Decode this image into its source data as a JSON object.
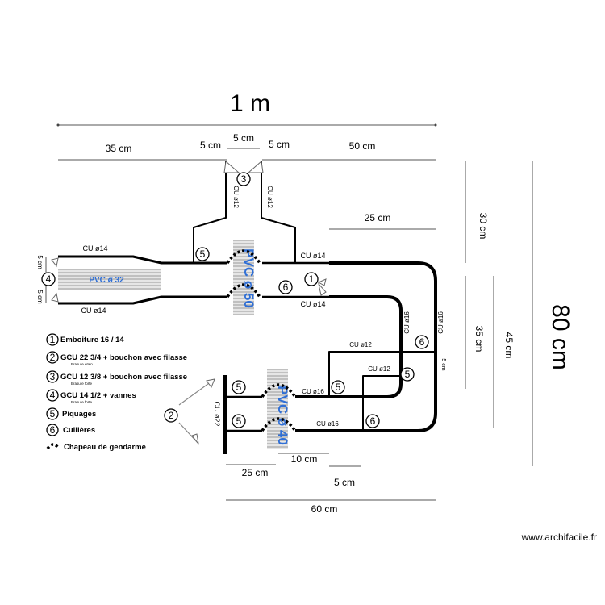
{
  "title": "1 m",
  "dimensions": {
    "d35": "35 cm",
    "d5a": "5 cm",
    "d5b": "5 cm",
    "d5c": "5 cm",
    "d50": "50 cm",
    "d25a": "25 cm",
    "d30": "30 cm",
    "d80": "80 cm",
    "d35v": "35 cm",
    "d45": "45 cm",
    "d5v": "5 cm",
    "d5left1": "5 cm",
    "d5left2": "5 cm",
    "d25b": "25 cm",
    "d10": "10 cm",
    "d5d": "5 cm",
    "d60": "60 cm"
  },
  "pipe_labels": {
    "cu12_left": "CU ø12",
    "cu12_right": "CU ø12",
    "cu14_top_left": "CU ø14",
    "cu14_bottom_left": "CU ø14",
    "cu14_top_right": "CU ø14",
    "cu14_bottom_right": "CU ø14",
    "cu16_a": "CU ø16",
    "cu16_b": "CU ø16",
    "cu12_mid": "CU ø12",
    "cu12_mid2": "CU ø12",
    "cu16_c": "CU ø16",
    "cu16_d": "CU ø16",
    "cu22": "CU ø22"
  },
  "pvc": {
    "pvc32": "PVC ø 32",
    "pvc50": "PVC ø 50",
    "pvc40": "PVC ø 40"
  },
  "markers": {
    "m1": "1",
    "m2": "2",
    "m3": "3",
    "m4": "4",
    "m5": "5",
    "m6": "6"
  },
  "legend": [
    {
      "num": "1",
      "text": "Emboiture 16 / 14",
      "sub": ""
    },
    {
      "num": "2",
      "text": "GCU 22 3/4 + bouchon avec filasse",
      "sub": "Brasure étain"
    },
    {
      "num": "3",
      "text": "GCU 12 3/8 + bouchon avec filasse",
      "sub": "Brasure forte"
    },
    {
      "num": "4",
      "text": "GCU 14 1/2 + vannes",
      "sub": "Brasure forte"
    },
    {
      "num": "5",
      "text": "Piquages",
      "sub": ""
    },
    {
      "num": "6",
      "text": "Cuillères",
      "sub": ""
    }
  ],
  "legend_cap": "Chapeau de gendarme",
  "watermark": "www.archifacile.fr"
}
